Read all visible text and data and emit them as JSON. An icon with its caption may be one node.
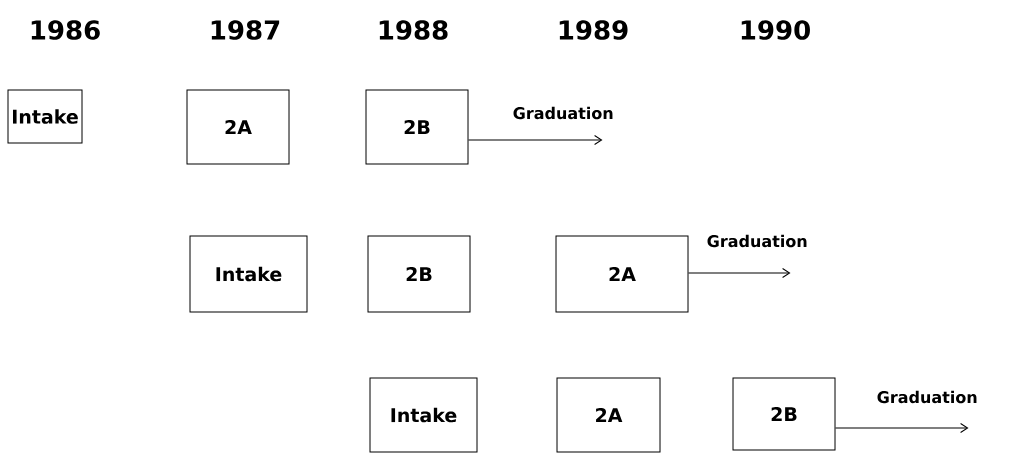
{
  "diagram": {
    "nodes": [
      {
        "text": [
          "Intake"
        ]
      },
      {
        "text": [
          "2A"
        ]
      },
      {
        "text": [
          "2B"
        ]
      },
      {
        "text": [
          "Intake"
        ]
      },
      {
        "text": [
          "2B"
        ]
      },
      {
        "text": [
          "2A"
        ]
      },
      {
        "text": [
          "Intake"
        ]
      },
      {
        "text": [
          "2A"
        ]
      },
      {
        "text": [
          "2B"
        ]
      }
    ],
    "edges": [
      {
        "from": 2,
        "to": null,
        "arrow": "to",
        "label": "Graduation"
      },
      {
        "from": 5,
        "to": null,
        "arrow": "to",
        "label": "Graduation"
      },
      {
        "from": 8,
        "to": null,
        "arrow": "to",
        "label": "Graduation"
      }
    ],
    "labels": [
      "1986",
      "1987",
      "1988",
      "1989",
      "1990"
    ]
  }
}
